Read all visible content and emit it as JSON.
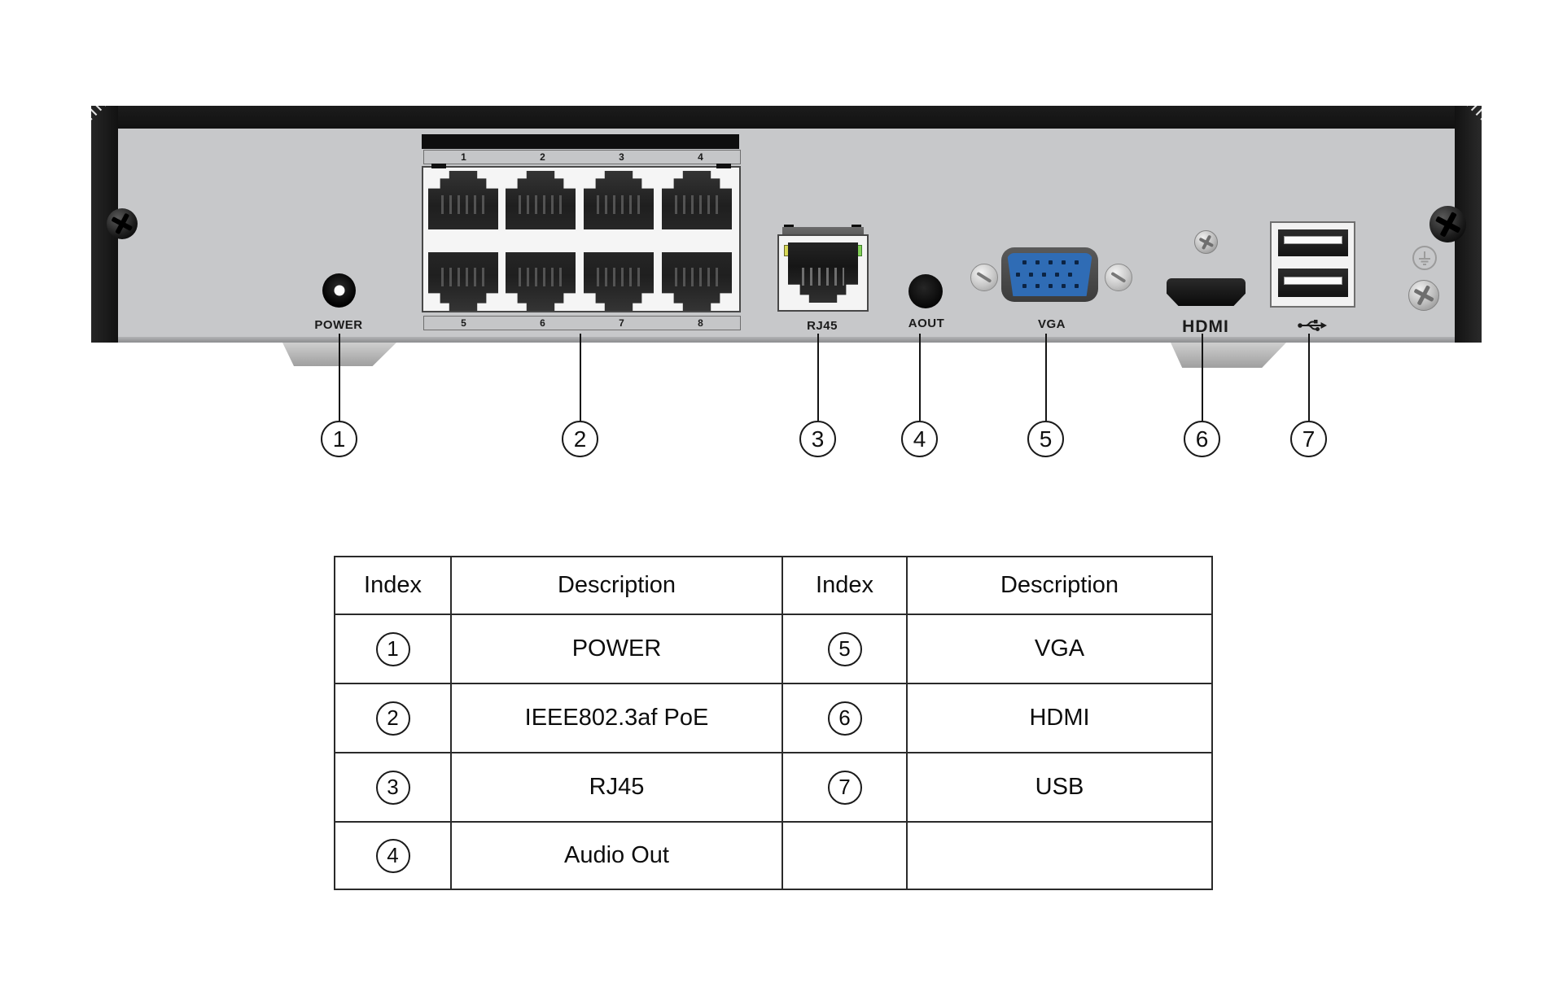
{
  "device": {
    "power": {
      "label": "POWER"
    },
    "poe": {
      "top_numbers": [
        "1",
        "2",
        "3",
        "4"
      ],
      "bottom_numbers": [
        "5",
        "6",
        "7",
        "8"
      ]
    },
    "ports": {
      "rj45_label": "RJ45",
      "aout_label": "AOUT",
      "vga_label": "VGA",
      "hdmi_label": "HDMI"
    },
    "icons": {
      "usb": "usb-trident-icon",
      "ground": "protective-earth-icon"
    },
    "callouts": [
      "1",
      "2",
      "3",
      "4",
      "5",
      "6",
      "7"
    ]
  },
  "legend": {
    "headers": [
      "Index",
      "Description",
      "Index",
      "Description"
    ],
    "rows": [
      {
        "i1": "1",
        "d1": "POWER",
        "i2": "5",
        "d2": "VGA"
      },
      {
        "i1": "2",
        "d1": "IEEE802.3af PoE",
        "i2": "6",
        "d2": "HDMI"
      },
      {
        "i1": "3",
        "d1": "RJ45",
        "i2": "7",
        "d2": "USB"
      },
      {
        "i1": "4",
        "d1": "Audio Out",
        "i2": "",
        "d2": ""
      }
    ]
  },
  "colors": {
    "vga_blue": "#2f6cb5",
    "led_yellow": "#d8d957",
    "led_green": "#84d158",
    "panel_gray": "#c7c8ca",
    "chassis_black": "#151515"
  }
}
